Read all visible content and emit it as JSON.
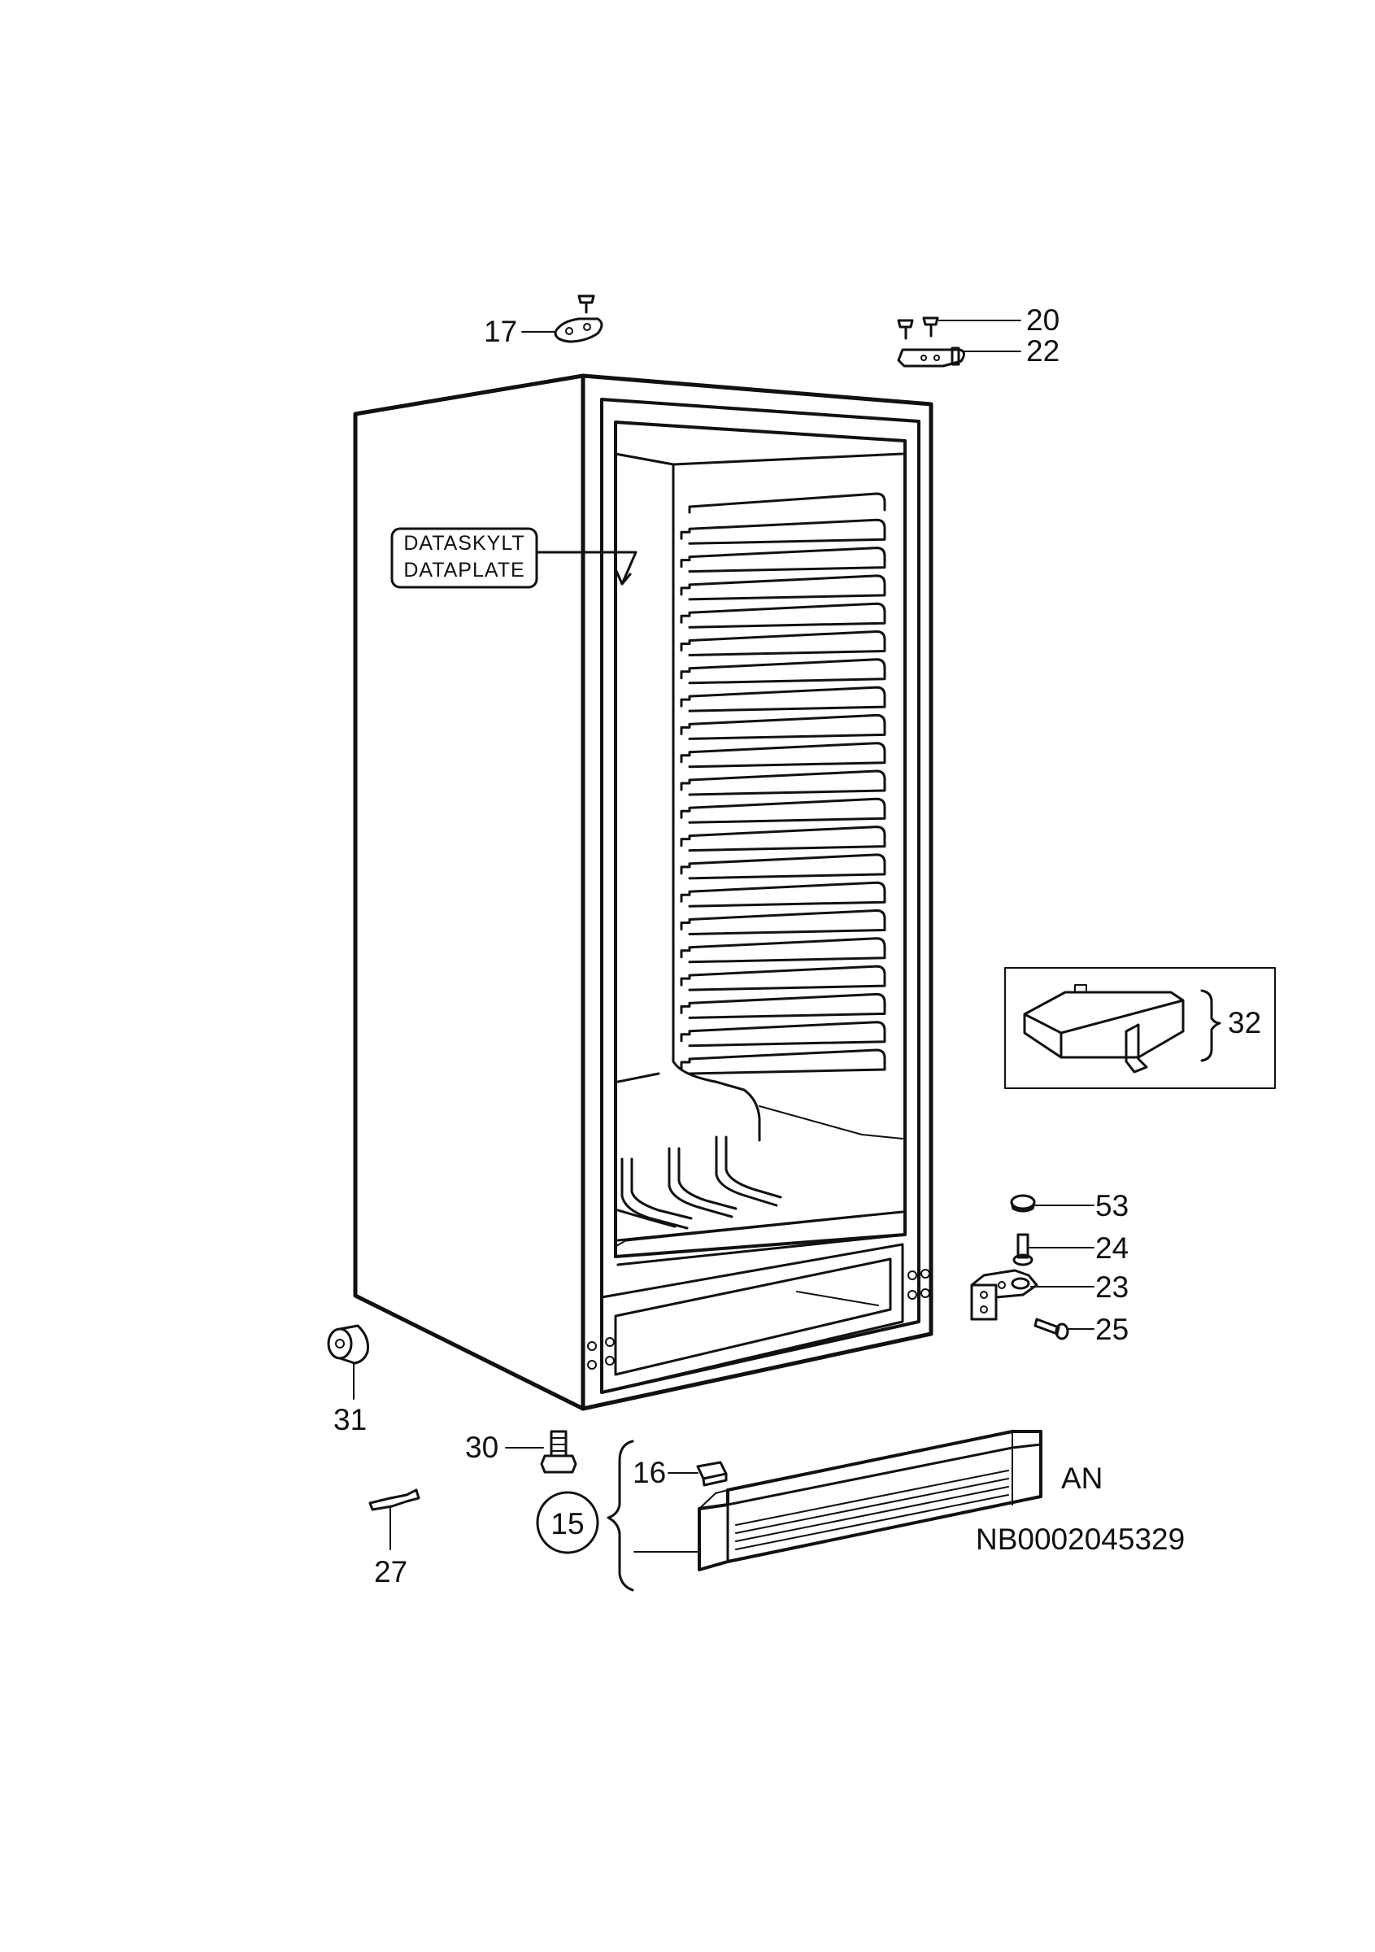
{
  "diagram": {
    "data_plate_label": [
      "DATASKYLT",
      "DATAPLATE"
    ],
    "parts": {
      "p17": "17",
      "p20": "20",
      "p22": "22",
      "p32": "32",
      "p53": "53",
      "p24": "24",
      "p23": "23",
      "p25": "25",
      "p31": "31",
      "p30": "30",
      "p16": "16",
      "p15": "15",
      "p27": "27"
    },
    "variant_code": "AN",
    "drawing_number": "NB0002045329"
  }
}
